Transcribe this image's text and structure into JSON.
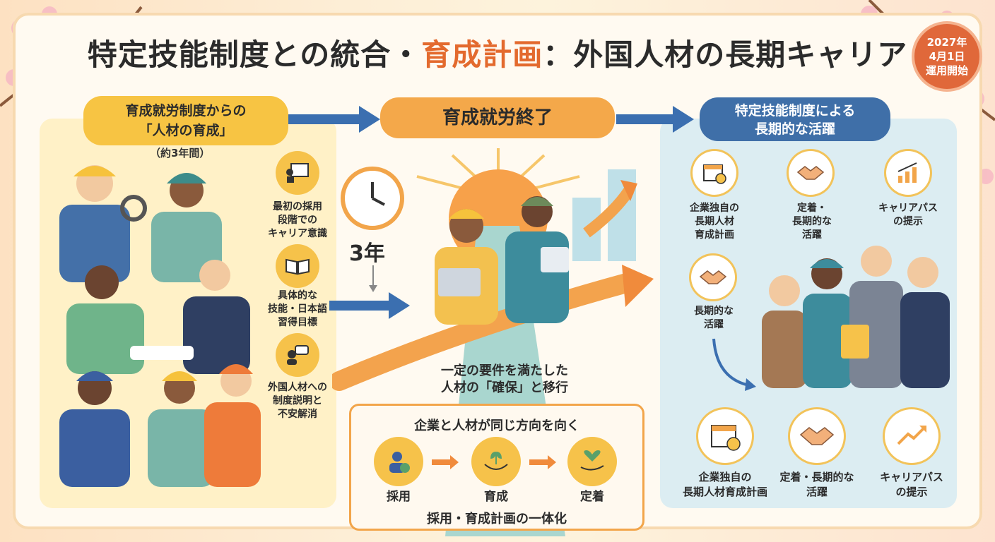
{
  "title": {
    "part1": "特定技能制度との統合・",
    "highlight": "育成計画",
    "part2": "：外国人材の長期キャリア"
  },
  "badge": {
    "line1": "2027年",
    "line2": "4月1日",
    "line3": "運用開始"
  },
  "left": {
    "heading_line1": "育成就労制度からの",
    "heading_line2": "「人材の育成」",
    "duration": "（約3年間）",
    "items": [
      {
        "lines": [
          "最初の採用",
          "段階での",
          "キャリア意識"
        ]
      },
      {
        "lines": [
          "具体的な",
          "技能・日本語",
          "習得目標"
        ]
      },
      {
        "lines": [
          "外国人材への",
          "制度説明と",
          "不安解消"
        ]
      }
    ]
  },
  "middle": {
    "heading": "育成就労終了",
    "years": "3年",
    "arrow_line1": "一定の要件を満たした",
    "arrow_line2": "人材の「確保」と移行",
    "box_title": "企業と人材が同じ方向を向く",
    "steps": [
      "採用",
      "育成",
      "定着"
    ],
    "box_footer": "採用・育成計画の一体化"
  },
  "right": {
    "heading_line1": "特定技能制度による",
    "heading_line2": "長期的な活躍",
    "top_items": [
      {
        "lines": [
          "企業独自の",
          "長期人材",
          "育成計画"
        ]
      },
      {
        "lines": [
          "定着・",
          "長期的な",
          "活躍"
        ]
      },
      {
        "lines": [
          "キャリアパス",
          "の提示"
        ]
      }
    ],
    "mid_item": {
      "lines": [
        "長期的な",
        "活躍"
      ]
    },
    "bottom_items": [
      {
        "lines": [
          "企業独自の",
          "長期人材育成計画"
        ]
      },
      {
        "lines": [
          "定着・長期的な",
          "活躍"
        ]
      },
      {
        "lines": [
          "キャリアパス",
          "の提示"
        ]
      }
    ]
  },
  "colors": {
    "accent_orange": "#e36a2e",
    "pill_yellow": "#f7c443",
    "pill_orange": "#f4a84a",
    "pill_blue": "#3f6fa8",
    "arrow_blue": "#3b6fb0"
  },
  "icons": [
    "calendar-icon",
    "handshake-icon",
    "chart-up-icon",
    "presentation-icon",
    "book-icon",
    "chat-person-icon",
    "clock-icon",
    "person-check-icon",
    "sprout-hands-icon",
    "heart-hand-icon"
  ]
}
